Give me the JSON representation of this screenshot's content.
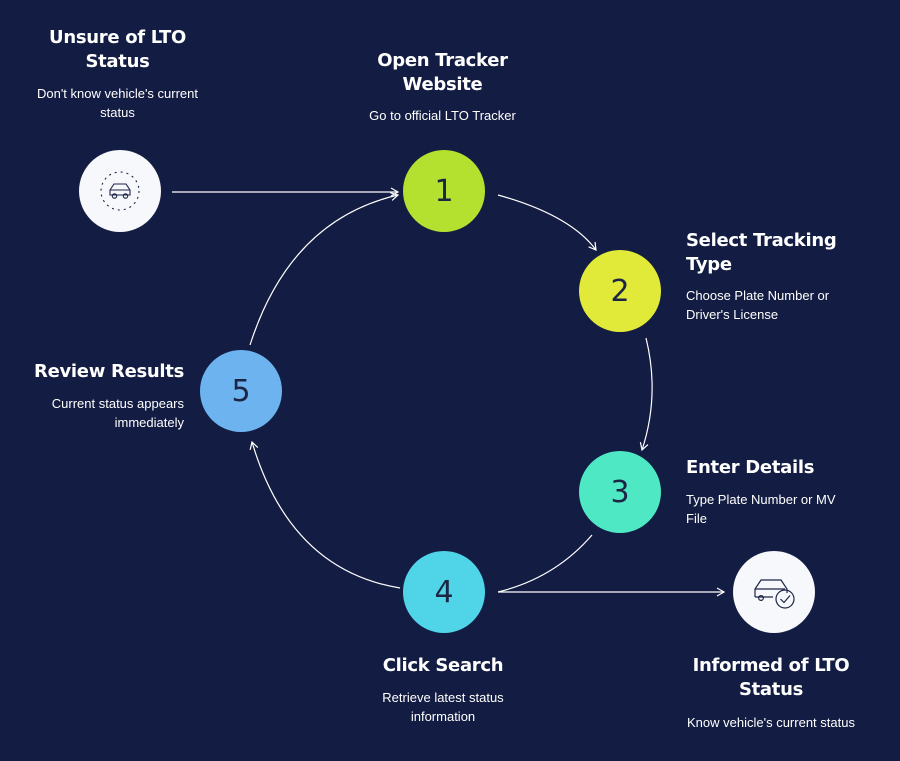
{
  "start": {
    "title": "Unsure of LTO Status",
    "desc": "Don't know vehicle's current status",
    "icon": "car-icon"
  },
  "end": {
    "title": "Informed of LTO Status",
    "desc": "Know vehicle's current status",
    "icon": "car-check-icon"
  },
  "steps": [
    {
      "num": "1",
      "title": "Open Tracker Website",
      "desc": "Go to official LTO Tracker",
      "color": "#b4e030"
    },
    {
      "num": "2",
      "title": "Select Tracking Type",
      "desc": "Choose Plate Number or Driver's License",
      "color": "#e1ea38"
    },
    {
      "num": "3",
      "title": "Enter Details",
      "desc": "Type Plate Number or MV File",
      "color": "#4fe8c4"
    },
    {
      "num": "4",
      "title": "Click Search",
      "desc": "Retrieve latest status information",
      "color": "#4fd4e8"
    },
    {
      "num": "5",
      "title": "Review Results",
      "desc": "Current status appears immediately",
      "color": "#6cb3f0"
    }
  ]
}
